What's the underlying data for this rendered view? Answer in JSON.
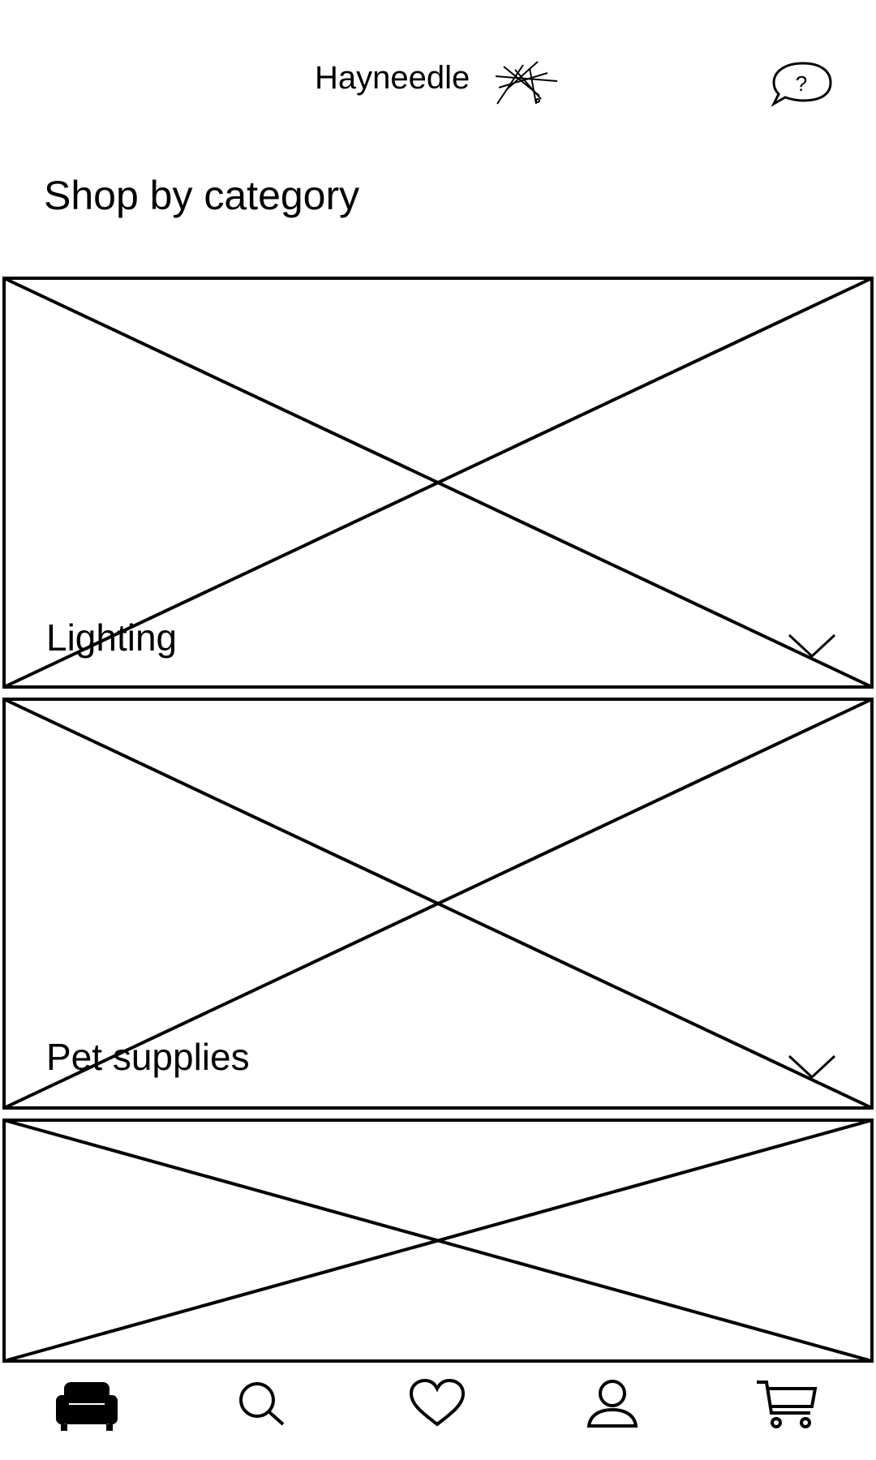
{
  "header": {
    "brand_name": "Hayneedle",
    "logo_icon": "needle-scribble-logo",
    "help_icon": "help-speech-bubble-icon",
    "help_glyph": "?"
  },
  "main": {
    "section_title": "Shop by category",
    "categories": [
      {
        "label": "Lighting",
        "image": "image-placeholder",
        "expand_icon": "chevron-down-icon"
      },
      {
        "label": "Pet supplies",
        "image": "image-placeholder",
        "expand_icon": "chevron-down-icon"
      },
      {
        "label": "",
        "image": "image-placeholder"
      }
    ]
  },
  "bottom_nav": {
    "items": [
      {
        "id": "home",
        "icon": "sofa-icon"
      },
      {
        "id": "search",
        "icon": "search-icon"
      },
      {
        "id": "favorites",
        "icon": "heart-icon"
      },
      {
        "id": "account",
        "icon": "user-icon"
      },
      {
        "id": "cart",
        "icon": "cart-icon"
      }
    ]
  }
}
